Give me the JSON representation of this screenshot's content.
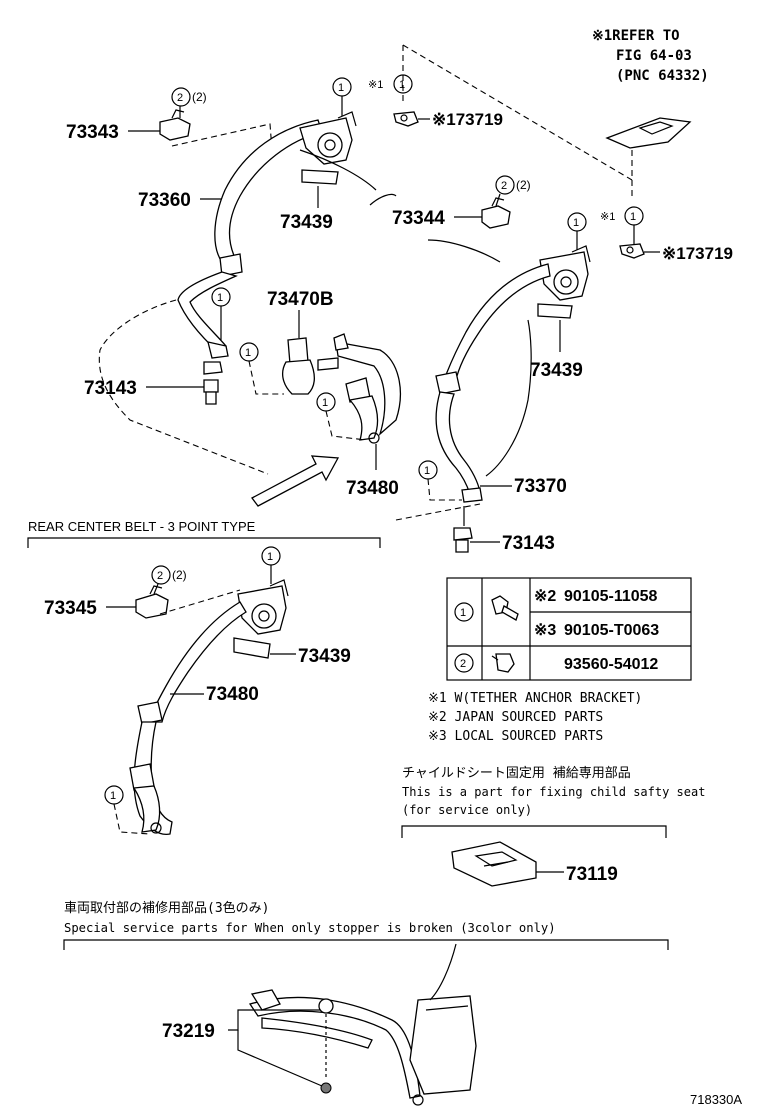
{
  "refer_note": {
    "line1": "※1REFER TO",
    "line2": "FIG 64-03",
    "line3": "(PNC 64332)"
  },
  "part_numbers": {
    "p73343": "73343",
    "p73360": "73360",
    "p73439_a": "73439",
    "p73344": "73344",
    "p73719_a": "※173719",
    "p73719_b": "※173719",
    "p73470B": "73470B",
    "p73143_a": "73143",
    "p73143_b": "73143",
    "p73439_b": "73439",
    "p73480_a": "73480",
    "p73370": "73370",
    "p73345": "73345",
    "p73439_c": "73439",
    "p73480_b": "73480",
    "p73119": "73119",
    "p73219": "73219"
  },
  "markers": {
    "c1": "1",
    "c2": "2",
    "qty2": "(2)",
    "star1": "※1"
  },
  "section_rear_center": "REAR CENTER BELT - 3 POINT TYPE",
  "legend_table": {
    "rows": [
      {
        "marker": "1",
        "code": "※2",
        "part": "90105-11058"
      },
      {
        "marker": "",
        "code": "※3",
        "part": "90105-T0063"
      },
      {
        "marker": "2",
        "code": "",
        "part": "93560-54012"
      }
    ]
  },
  "footnotes": [
    "※1 W(TETHER ANCHOR BRACKET)",
    "※2 JAPAN SOURCED PARTS",
    "※3 LOCAL SOURCED PARTS"
  ],
  "child_seat": {
    "jp": "チャイルドシート固定用 補給専用部品",
    "en1": "This is a part for fixing child safty seat",
    "en2": "(for service only)"
  },
  "stopper": {
    "jp": "車両取付部の補修用部品(3色のみ)",
    "en": "Special service parts for When only stopper is broken (3color only)"
  },
  "figure_id": "718330A"
}
